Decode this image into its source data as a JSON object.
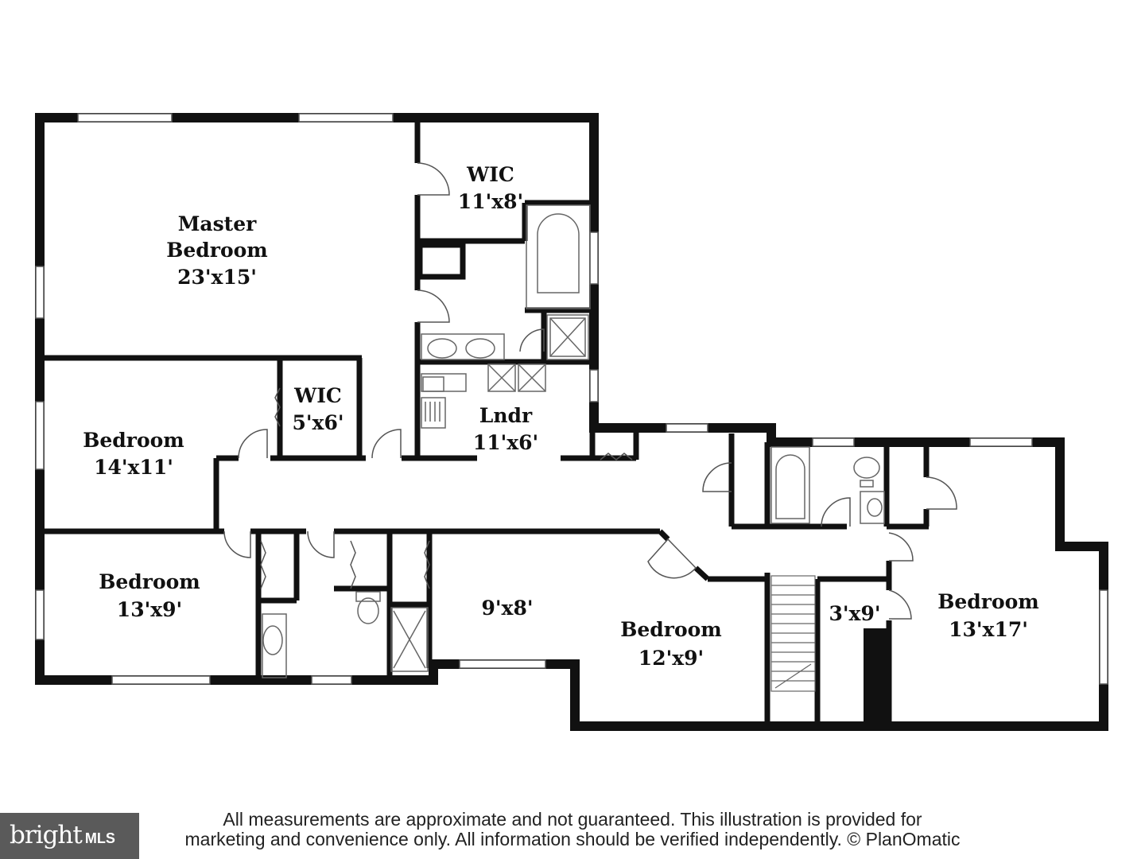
{
  "rooms": {
    "master_bedroom": {
      "name_line1": "Master",
      "name_line2": "Bedroom",
      "size": "23'x15'"
    },
    "wic_master": {
      "name": "WIC",
      "size": "11'x8'"
    },
    "wic_small": {
      "name": "WIC",
      "size": "5'x6'"
    },
    "laundry": {
      "name": "Lndr",
      "size": "11'x6'"
    },
    "bedroom_14x11": {
      "name": "Bedroom",
      "size": "14'x11'"
    },
    "bedroom_13x9": {
      "name": "Bedroom",
      "size": "13'x9'"
    },
    "room_9x8": {
      "size": "9'x8'"
    },
    "bedroom_12x9": {
      "name": "Bedroom",
      "size": "12'x9'"
    },
    "closet_3x9": {
      "size": "3'x9'"
    },
    "bedroom_13x17": {
      "name": "Bedroom",
      "size": "13'x17'"
    }
  },
  "disclaimer": {
    "line1": "All measurements are approximate and not guaranteed. This illustration is provided for",
    "line2": "marketing and convenience only. All information should be verified independently. © PlanOmatic"
  },
  "logo": {
    "brand": "bright",
    "suffix": "MLS"
  },
  "colors": {
    "wall": "#111111",
    "fixture": "#666666",
    "background": "#ffffff"
  }
}
